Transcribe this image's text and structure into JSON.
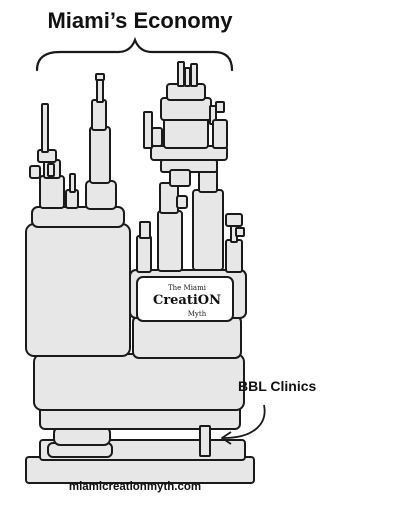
{
  "title": "Miami’s Economy",
  "callout": {
    "label": "BBL Clinics"
  },
  "logo": {
    "top": "The Miami",
    "main": "CreatiON",
    "bottom": "Myth"
  },
  "website": "miamicreationmyth.com",
  "colors": {
    "block_fill": "#e7e7e7",
    "stroke": "#1a1a1a",
    "logo_panel": "#ffffff"
  }
}
